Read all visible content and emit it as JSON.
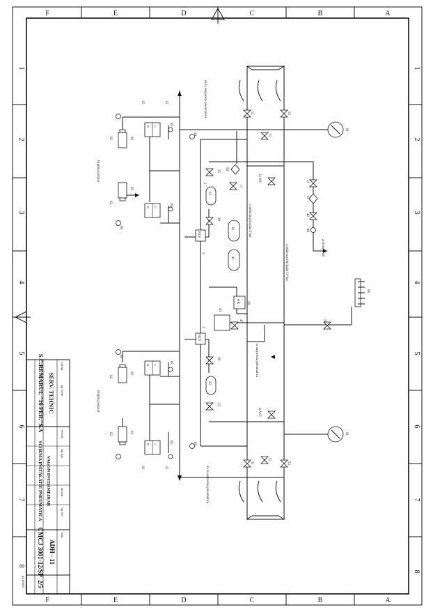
{
  "frame": {
    "cols_top": [
      "F",
      "E",
      "D",
      "C",
      "B",
      "A"
    ],
    "cols_bottom": [
      "F",
      "E",
      "D",
      "C",
      "B",
      "A"
    ],
    "rows_left": [
      "1",
      "2",
      "3",
      "4",
      "5",
      "6",
      "7",
      "8"
    ],
    "rows_right": [
      "1",
      "2",
      "3",
      "4",
      "5",
      "6",
      "7",
      "8"
    ]
  },
  "title_block": {
    "company": "S.C.REMARUL \"16 FEB.\"S.A",
    "department": "SERV. TEHNIC",
    "drawing_title": "SCHEMA INSTALATIE PNEUMATICA",
    "drawing_subtitle": "VAGON INTERMEDIAR",
    "drawing_number": "CMCJ 3001-12/SP",
    "sheet": "2/5",
    "code": "ADH - 11",
    "small_labels": [
      "Normal",
      "Ing. Grinel",
      "Verificat",
      "Ing. Dan",
      "Aprobat",
      "Ing. Ion",
      "Data"
    ],
    "corner_note": "A3-4956/97"
  },
  "annotations": {
    "suspension_top": "de la suspensia pneumatica",
    "suspension_bottom": "de la suspensia pneumatica",
    "suspension_mid": "la suspensia pneumatica",
    "bogie_top": "Boghiu purtator",
    "bogie_bottom": "Boghiu purtator",
    "general_pipe": "conducta generala 5 bar",
    "main_pipe": "conducta principala 10 bar",
    "to_wc_top": "la WC",
    "to_wc_bottom": "la WC",
    "to_other": "actionare usi"
  },
  "components": {
    "valves_top": [
      "51",
      "53",
      "73"
    ],
    "valves_bottom": [
      "51",
      "53",
      "73"
    ],
    "gauge_top": "91",
    "gauge_bottom": "91",
    "tanks": [
      "22",
      "39",
      "41",
      "22"
    ],
    "distributors": [
      "RLV",
      "KR",
      "RLV"
    ],
    "relay_labels": [
      "85",
      "85",
      "85",
      "85"
    ],
    "cylinders": [
      "95",
      "95",
      "95",
      "95"
    ],
    "misc": [
      "35",
      "35",
      "35",
      "35",
      "69",
      "69",
      "69",
      "69",
      "62",
      "62",
      "62",
      "62",
      "82",
      "82",
      "15",
      "15",
      "17",
      "26",
      "28",
      "28",
      "33",
      "43",
      "45",
      "47",
      "11",
      "13",
      "42",
      "49",
      "24",
      "46",
      "56",
      "86",
      "60",
      "3",
      "3",
      "2"
    ],
    "connector": "96"
  }
}
